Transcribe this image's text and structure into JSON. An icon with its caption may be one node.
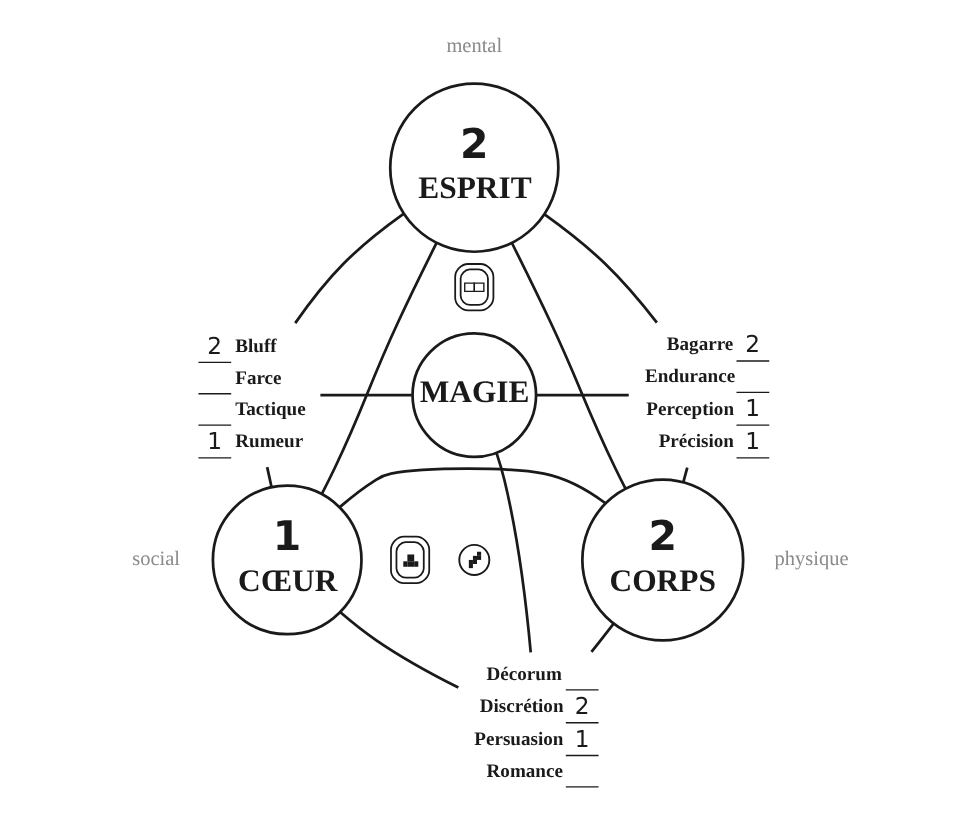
{
  "diagram": {
    "nodes": [
      {
        "text": [
          "2",
          "ESPRIT"
        ],
        "beside": [
          "mental"
        ]
      },
      {
        "text": [
          "2",
          "Bluff",
          "Farce",
          "Tactique",
          "1",
          "Rumeur"
        ]
      },
      {
        "text": [
          "Bagarre",
          "2",
          "Endurance",
          "Perception",
          "1",
          "Précision",
          "1"
        ]
      },
      {
        "text": [],
        "shape": "picture"
      },
      {
        "text": [
          "MAGIE"
        ]
      },
      {
        "text": [],
        "shape": "picture"
      },
      {
        "text": [],
        "shape": "picture"
      },
      {
        "text": [
          "1",
          "CŒUR"
        ],
        "beside": [
          "social"
        ]
      },
      {
        "text": [
          "2",
          "CORPS"
        ],
        "beside": [
          "physique"
        ]
      },
      {
        "text": [
          "Décorum",
          "Discrétion",
          "2",
          "Persuasion",
          "1",
          "Romance"
        ]
      }
    ],
    "edges": [
      {
        "from": 0,
        "to": 1,
        "arrow": "none"
      },
      {
        "from": 0,
        "to": 2,
        "arrow": "none"
      },
      {
        "from": 0,
        "to": 7,
        "arrow": "none"
      },
      {
        "from": 0,
        "to": 8,
        "arrow": "none"
      },
      {
        "from": 1,
        "to": 4,
        "arrow": "none"
      },
      {
        "from": 4,
        "to": 2,
        "arrow": "none"
      },
      {
        "from": 1,
        "to": 7,
        "arrow": "none"
      },
      {
        "from": 2,
        "to": 8,
        "arrow": "none"
      },
      {
        "from": 7,
        "to": 8,
        "arrow": "none"
      },
      {
        "from": 4,
        "to": 9,
        "arrow": "none"
      },
      {
        "from": 7,
        "to": 9,
        "arrow": "none"
      },
      {
        "from": 8,
        "to": 9,
        "arrow": "none"
      }
    ]
  }
}
